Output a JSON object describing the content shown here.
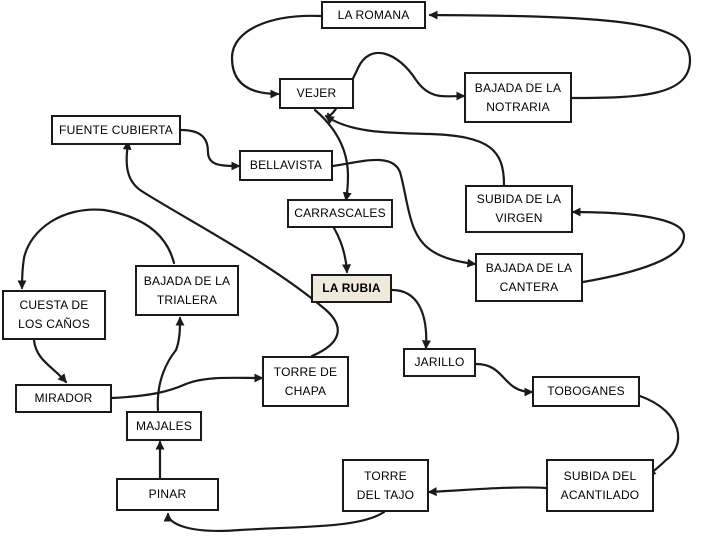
{
  "diagram": {
    "nodes": [
      {
        "id": "romana",
        "label": "LA ROMANA"
      },
      {
        "id": "vejer",
        "label": "VEJER"
      },
      {
        "id": "notaria",
        "label": "BAJADA DE LA\nNOTRARIA"
      },
      {
        "id": "fuente",
        "label": "FUENTE CUBIERTA"
      },
      {
        "id": "bellavista",
        "label": "BELLAVISTA"
      },
      {
        "id": "carrascales",
        "label": "CARRASCALES"
      },
      {
        "id": "subidavirgen",
        "label": "SUBIDA DE LA\nVIRGEN"
      },
      {
        "id": "cantera",
        "label": "BAJADA DE LA\nCANTERA"
      },
      {
        "id": "rubia",
        "label": "LA RUBIA",
        "highlight": true
      },
      {
        "id": "cuesta",
        "label": "CUESTA DE\nLOS CAÑOS"
      },
      {
        "id": "trialera",
        "label": "BAJADA DE LA\nTRIALERA"
      },
      {
        "id": "jarillo",
        "label": "JARILLO"
      },
      {
        "id": "torrechapa",
        "label": "TORRE DE\nCHAPA"
      },
      {
        "id": "mirador",
        "label": "MIRADOR"
      },
      {
        "id": "toboganes",
        "label": "TOBOGANES"
      },
      {
        "id": "majales",
        "label": "MAJALES"
      },
      {
        "id": "torretajo",
        "label": "TORRE\nDEL TAJO"
      },
      {
        "id": "acantilado",
        "label": "SUBIDA DEL\nACANTILADO"
      },
      {
        "id": "pinar",
        "label": "PINAR"
      }
    ],
    "colors": {
      "line": "#1a1a1a",
      "highlight_fill": "#efeadb"
    }
  }
}
